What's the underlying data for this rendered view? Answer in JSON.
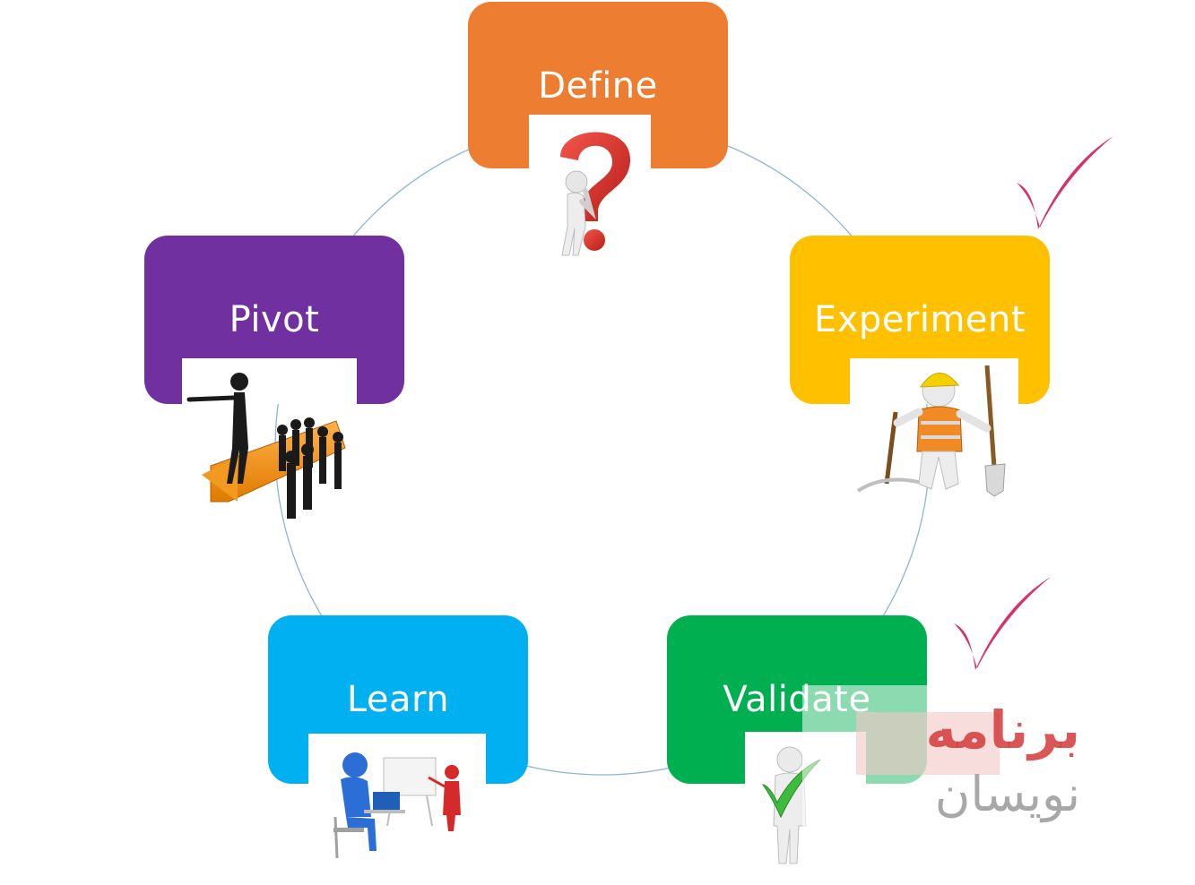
{
  "stages": {
    "define": {
      "label": "Define",
      "color": "#ED7D31",
      "icon": "question-mark-thinker-icon"
    },
    "experiment": {
      "label": "Experiment",
      "color": "#FFC000",
      "icon": "construction-worker-icon",
      "checked": true
    },
    "validate": {
      "label": "Validate",
      "color": "#00B050",
      "icon": "person-with-checkmark-icon",
      "checked": true
    },
    "learn": {
      "label": "Learn",
      "color": "#00B0F0",
      "icon": "presentation-learner-icon"
    },
    "pivot": {
      "label": "Pivot",
      "color": "#7030A0",
      "icon": "leader-pointing-arrow-icon"
    }
  },
  "checkmark_color": "#D6336C",
  "ring_color": "#8DB4D9",
  "watermark": {
    "text_line1": "برنامه",
    "text_line2": "نویسان",
    "color": "#D33A3A"
  }
}
